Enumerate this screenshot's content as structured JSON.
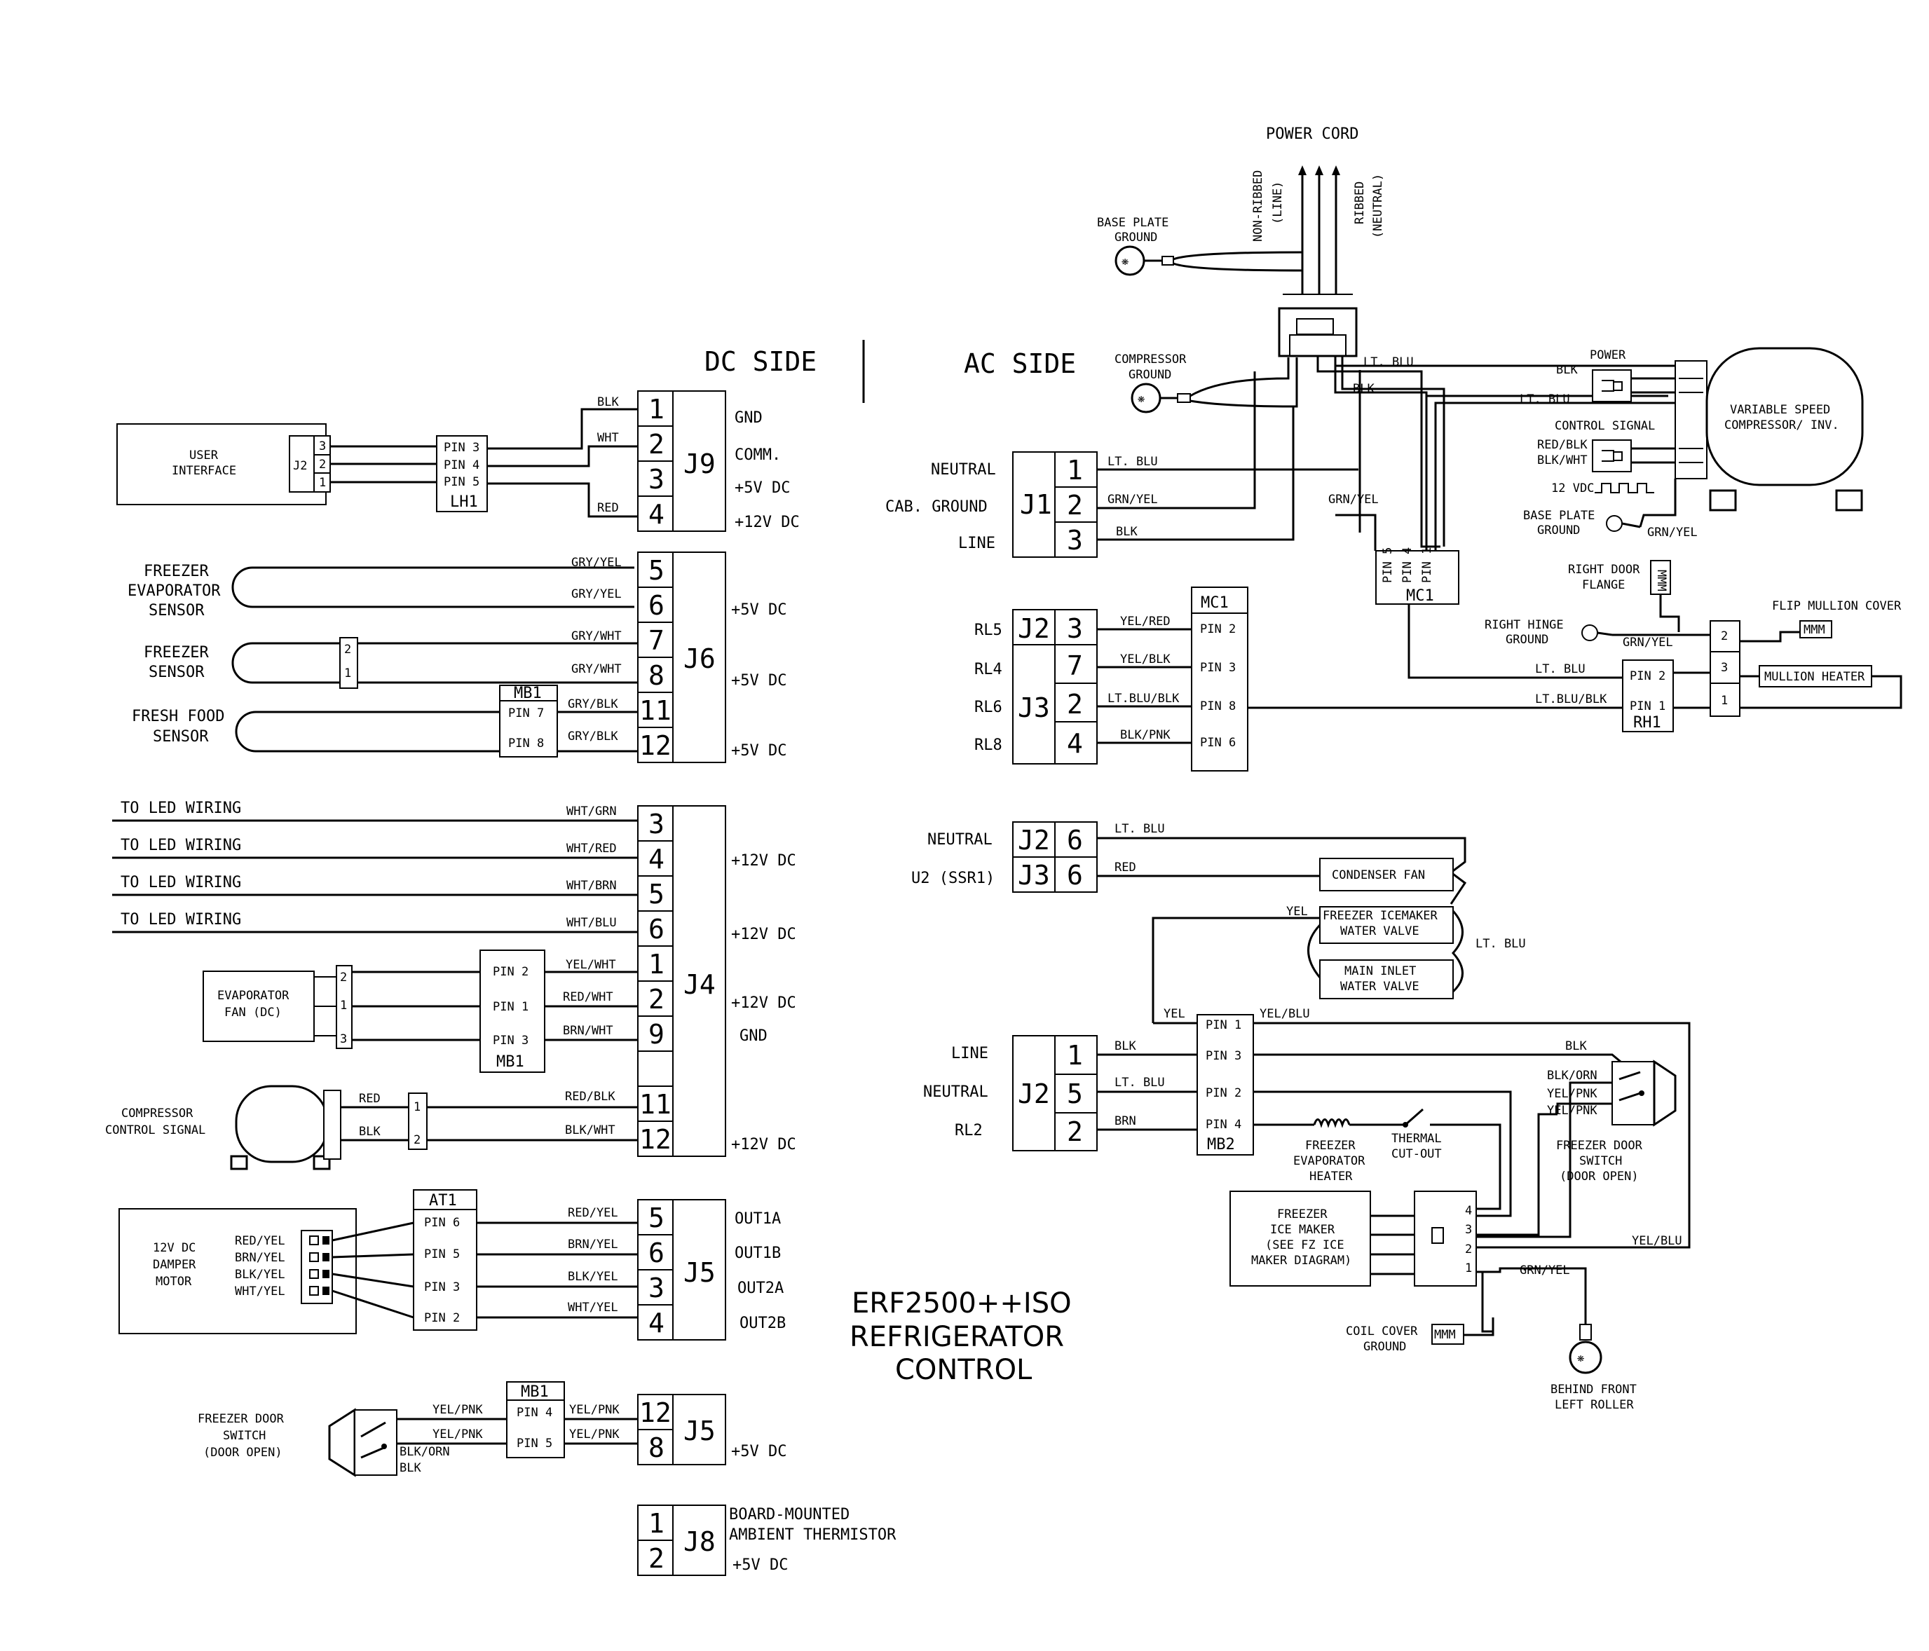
{
  "title": {
    "line1": "ERF2500++ISO",
    "line2": "REFRIGERATOR",
    "line3": "CONTROL"
  },
  "sides": {
    "dc": "DC SIDE",
    "ac": "AC SIDE"
  },
  "power": {
    "cord": "POWER CORD",
    "non_ribbed": "NON-RIBBED",
    "line_paren": "(LINE)",
    "ribbed": "RIBBED",
    "neutral_paren": "(NEUTRAL)",
    "base_plate": "BASE PLATE",
    "ground": "GROUND",
    "compressor": "COMPRESSOR"
  },
  "wires": {
    "blk": "BLK",
    "wht": "WHT",
    "red": "RED",
    "yel": "YEL",
    "brn": "BRN",
    "lt_blu": "LT. BLU",
    "grn_yel": "GRN/YEL",
    "gry_yel": "GRY/YEL",
    "gry_wht": "GRY/WHT",
    "gry_blk": "GRY/BLK",
    "wht_grn": "WHT/GRN",
    "wht_red": "WHT/RED",
    "wht_brn": "WHT/BRN",
    "wht_blu": "WHT/BLU",
    "yel_wht": "YEL/WHT",
    "red_wht": "RED/WHT",
    "brn_wht": "BRN/WHT",
    "red_blk": "RED/BLK",
    "blk_wht": "BLK/WHT",
    "red_yel": "RED/YEL",
    "brn_yel": "BRN/YEL",
    "blk_yel": "BLK/YEL",
    "wht_yel": "WHT/YEL",
    "yel_pnk": "YEL/PNK",
    "blk_orn": "BLK/ORN",
    "yel_red": "YEL/RED",
    "yel_blk": "YEL/BLK",
    "lt_blu_blk": "LT.BLU/BLK",
    "lt_blu_blk_sp": "LT.BLU/BLK",
    "blk_pnk": "BLK/PNK",
    "yel_blu": "YEL/BLU",
    "red_blk_slash": "RED/BLK",
    "blk_wht_slash": "BLK/WHT"
  },
  "pins": {
    "pin1": "PIN 1",
    "pin2": "PIN 2",
    "pin3": "PIN 3",
    "pin4": "PIN 4",
    "pin5": "PIN 5",
    "pin6": "PIN 6",
    "pin7": "PIN 7",
    "pin8": "PIN 8"
  },
  "labels": {
    "j9": "J9",
    "j6": "J6",
    "j4": "J4",
    "j5": "J5",
    "j8": "J8",
    "j1": "J1",
    "j2": "J2",
    "j3": "J3",
    "lh1": "LH1",
    "mb1": "MB1",
    "mb2": "MB2",
    "mc1": "MC1",
    "at1": "AT1",
    "rh1": "RH1",
    "n1": "1",
    "n2": "2",
    "n3": "3",
    "n4": "4",
    "n5": "5",
    "n6": "6",
    "n7": "7",
    "n8": "8",
    "n9": "9",
    "n11": "11",
    "n12": "12",
    "gnd": "GND",
    "comm": "COMM.",
    "v5": "+5V DC",
    "v12": "+12V DC",
    "out1a": "OUT1A",
    "out1b": "OUT1B",
    "out2a": "OUT2A",
    "out2b": "OUT2B",
    "board_mounted": "BOARD-MOUNTED",
    "ambient": "AMBIENT THERMISTOR",
    "user": "USER",
    "interface": "INTERFACE",
    "freezer": "FREEZER",
    "evaporator": "EVAPORATOR",
    "sensor": "SENSOR",
    "fresh_food": "FRESH FOOD",
    "to_led": "TO LED WIRING",
    "evap_fan1": "EVAPORATOR",
    "evap_fan2": "FAN (DC)",
    "comp_ctrl1": "COMPRESSOR",
    "comp_ctrl2": "CONTROL SIGNAL",
    "damper1": "12V DC",
    "damper2": "DAMPER",
    "damper3": "MOTOR",
    "fz_door1": "FREEZER DOOR",
    "fz_door2": "SWITCH",
    "fz_door3": "(DOOR OPEN)",
    "neutral": "NEUTRAL",
    "cab_ground": "CAB. GROUND",
    "line": "LINE",
    "rl5": "RL5",
    "rl4": "RL4",
    "rl6": "RL6",
    "rl8": "RL8",
    "rl2": "RL2",
    "u2": "U2 (SSR1)",
    "power_lbl": "POWER",
    "control_signal": "CONTROL SIGNAL",
    "vdc12": "12 VDC",
    "vsc1": "VARIABLE SPEED",
    "vsc2": "COMPRESSOR/ INV.",
    "right_door1": "RIGHT DOOR",
    "right_door2": "FLANGE",
    "flip_mullion": "FLIP MULLION COVER",
    "right_hinge1": "RIGHT HINGE",
    "right_hinge2": "GROUND",
    "mullion_heater": "MULLION HEATER",
    "condenser_fan": "CONDENSER FAN",
    "fz_icemaker1": "FREEZER ICEMAKER",
    "fz_icemaker2": "WATER VALVE",
    "main_inlet1": "MAIN INLET",
    "main_inlet2": "WATER VALVE",
    "fz_evap_heater1": "FREEZER",
    "fz_evap_heater2": "EVAPORATOR",
    "fz_evap_heater3": "HEATER",
    "thermal1": "THERMAL",
    "thermal2": "CUT-OUT",
    "ice1": "FREEZER",
    "ice2": "ICE MAKER",
    "ice3": "(SEE FZ ICE",
    "ice4": "MAKER DIAGRAM)",
    "coil1": "COIL COVER",
    "coil2": "GROUND",
    "roller1": "BEHIND FRONT",
    "roller2": "LEFT ROLLER",
    "mmm": "MMM"
  }
}
